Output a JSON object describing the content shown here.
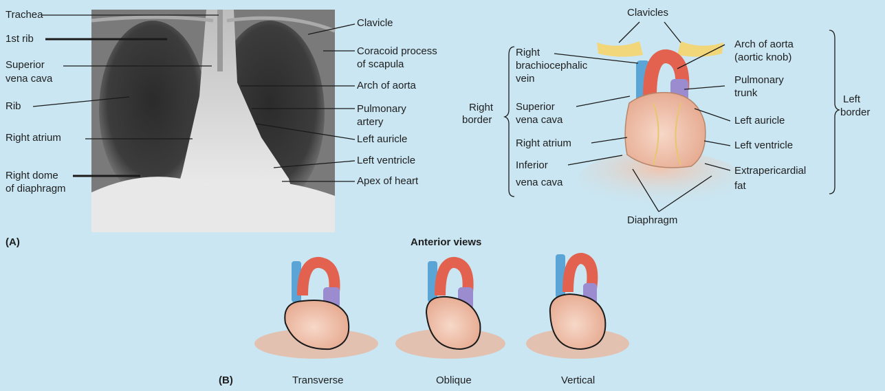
{
  "panel_a": {
    "tag": "(A)",
    "xray_labels_left": {
      "trachea": "Trachea",
      "first_rib": "1st rib",
      "superior_vena_cava_1": "Superior",
      "superior_vena_cava_2": "vena cava",
      "rib": "Rib",
      "right_atrium": "Right atrium",
      "right_dome_1": "Right dome",
      "right_dome_2": "of diaphragm"
    },
    "xray_labels_right": {
      "clavicle": "Clavicle",
      "coracoid_1": "Coracoid process",
      "coracoid_2": "of scapula",
      "arch_of_aorta": "Arch of aorta",
      "pulmonary_artery_1": "Pulmonary",
      "pulmonary_artery_2": "artery",
      "left_auricle": "Left auricle",
      "left_ventricle": "Left ventricle",
      "apex": "Apex of heart"
    },
    "heart_labels": {
      "clavicles": "Clavicles",
      "right_brachio_1": "Right",
      "right_brachio_2": "brachiocephalic",
      "right_brachio_3": "vein",
      "right_border_1": "Right",
      "right_border_2": "border",
      "svc_1": "Superior",
      "svc_2": "vena cava",
      "right_atrium": "Right atrium",
      "ivc_1": "Inferior",
      "ivc_2": "vena cava",
      "arch_1": "Arch of aorta",
      "arch_2": "(aortic knob)",
      "pulm_trunk_1": "Pulmonary",
      "pulm_trunk_2": "trunk",
      "left_auricle": "Left auricle",
      "left_ventricle": "Left ventricle",
      "extra_fat_1": "Extrapericardial",
      "extra_fat_2": "fat",
      "left_border_1": "Left",
      "left_border_2": "border",
      "diaphragm": "Diaphragm"
    },
    "anterior_views": "Anterior views"
  },
  "panel_b": {
    "tag": "(B)",
    "views": [
      "Transverse",
      "Oblique",
      "Vertical"
    ]
  },
  "colors": {
    "background": "#c9e6f2",
    "heart": "#f0c6b0",
    "vena_cava": "#5aa5d6",
    "aorta": "#e3624f",
    "pulmonary": "#9b8ccf",
    "fat": "#e9b8a0",
    "clavicle": "#f2d67a"
  }
}
